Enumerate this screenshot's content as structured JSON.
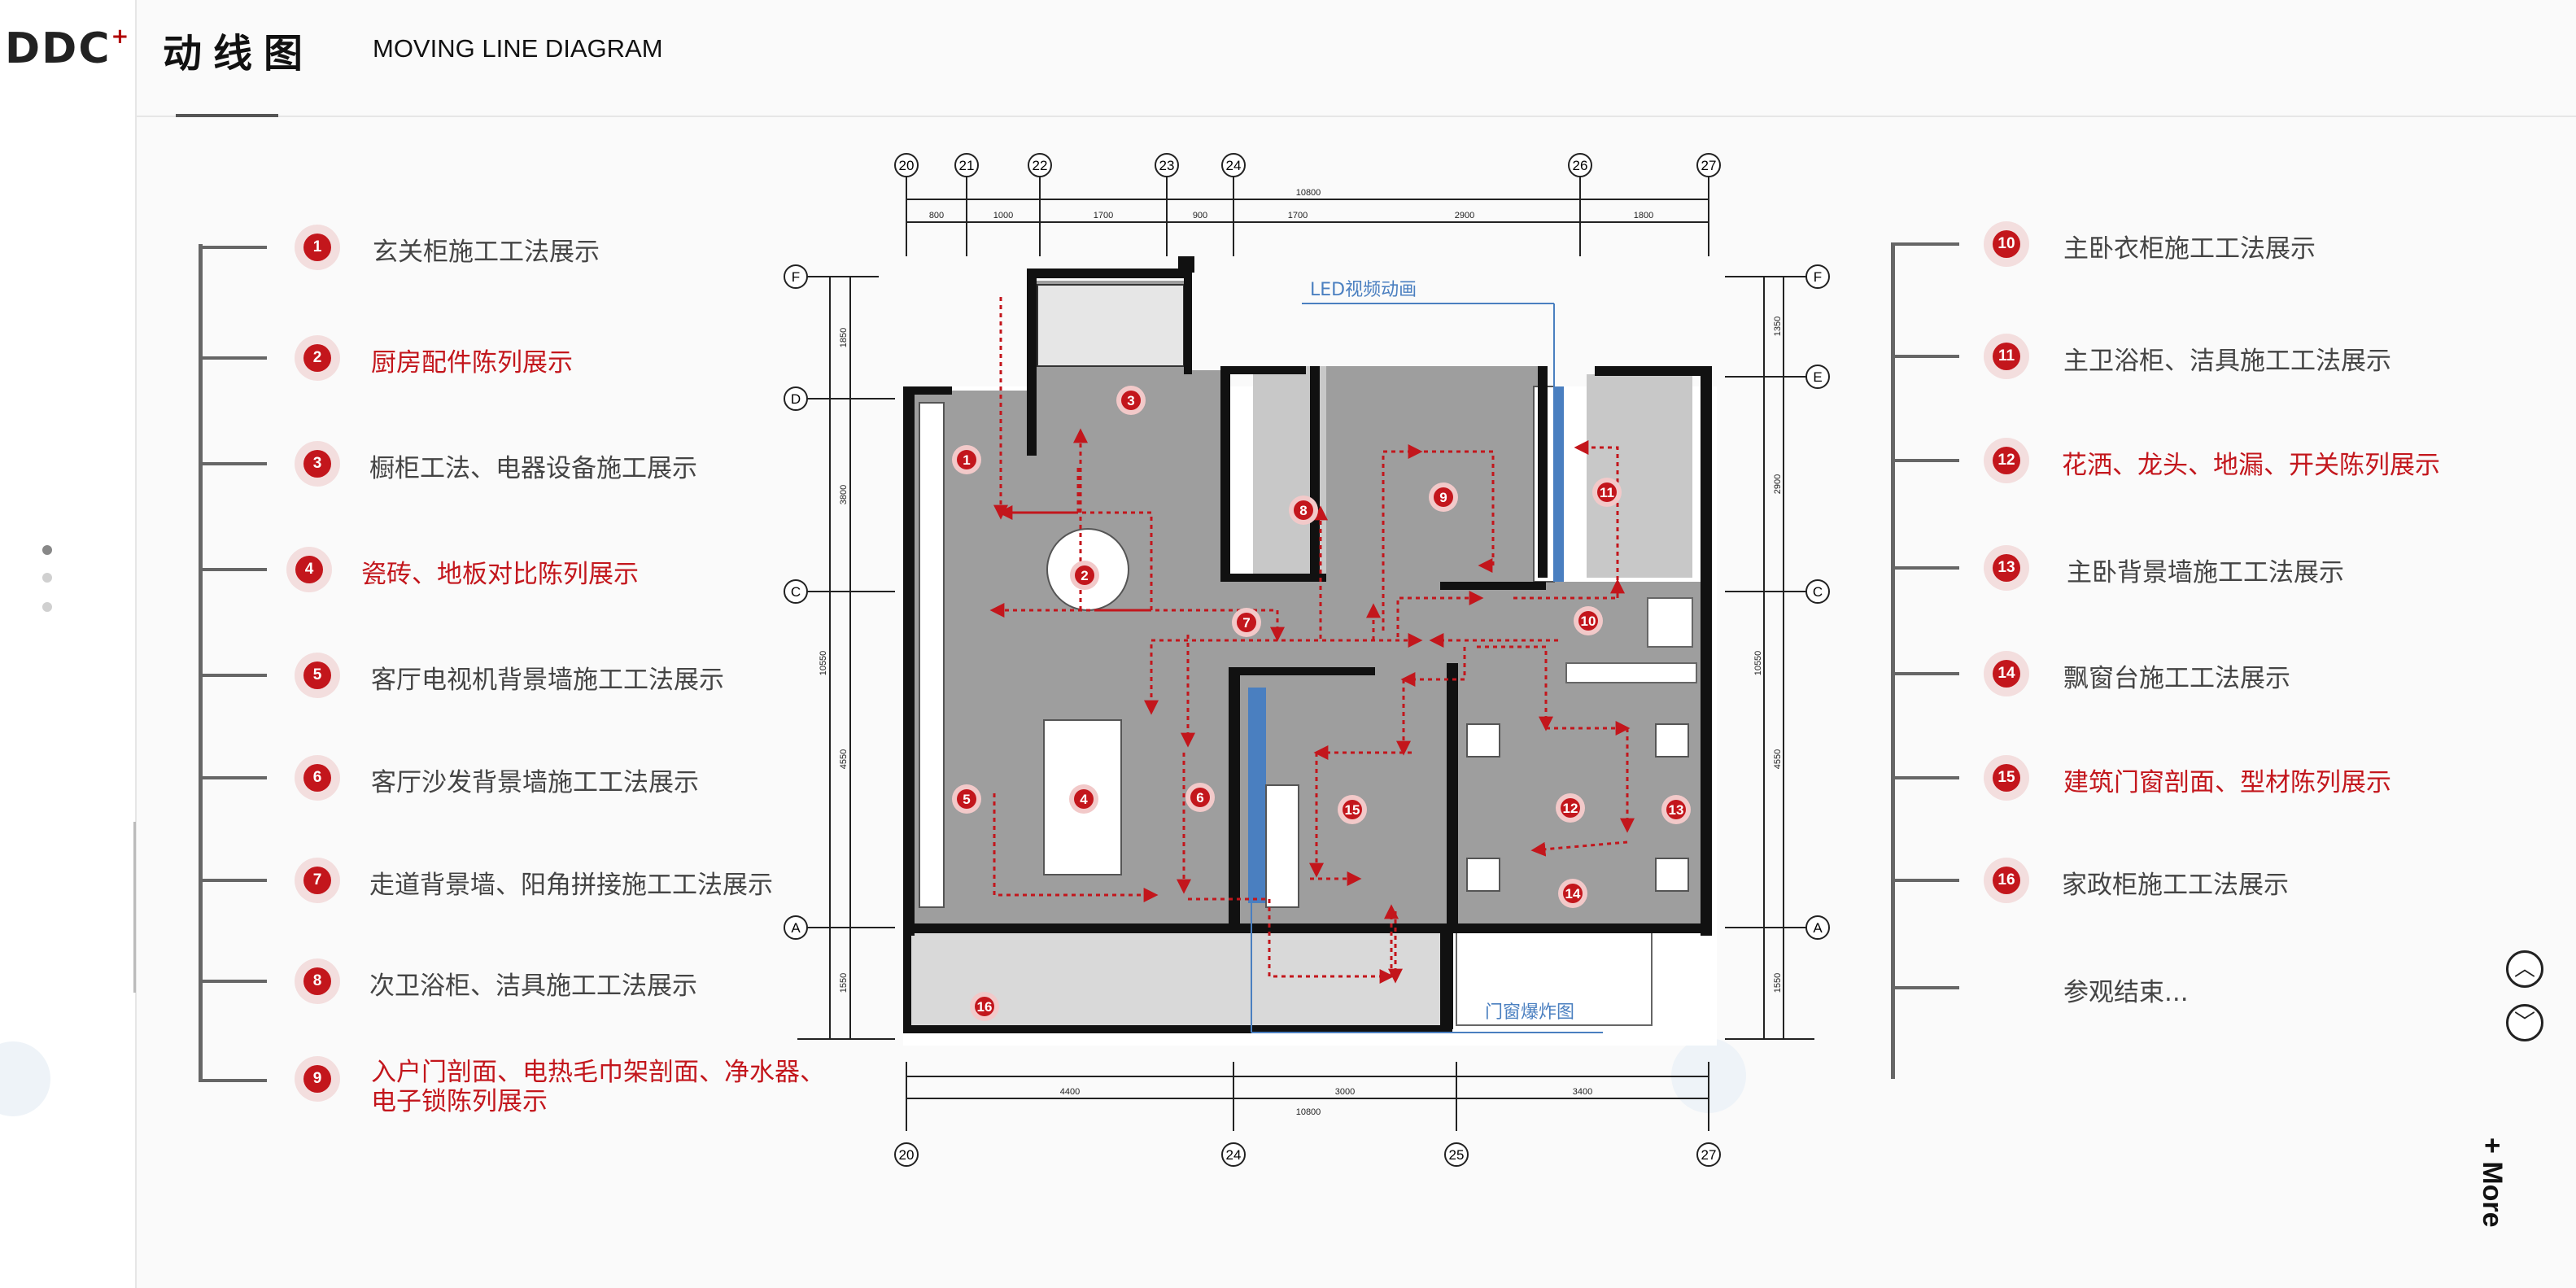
{
  "header": {
    "logo": "DDC",
    "logo_plus": "+",
    "title": "动线图",
    "subtitle": "MOVING LINE DIAGRAM"
  },
  "left_list": [
    {
      "num": "1",
      "label": "玄关柜施工工法展示",
      "highlight": false
    },
    {
      "num": "2",
      "label": "厨房配件陈列展示",
      "highlight": true
    },
    {
      "num": "3",
      "label": "橱柜工法、电器设备施工展示",
      "highlight": false
    },
    {
      "num": "4",
      "label": "瓷砖、地板对比陈列展示",
      "highlight": true
    },
    {
      "num": "5",
      "label": "客厅电视机背景墙施工工法展示",
      "highlight": false
    },
    {
      "num": "6",
      "label": "客厅沙发背景墙施工工法展示",
      "highlight": false
    },
    {
      "num": "7",
      "label": "走道背景墙、阳角拼接施工工法展示",
      "highlight": false
    },
    {
      "num": "8",
      "label": "次卫浴柜、洁具施工工法展示",
      "highlight": false
    },
    {
      "num": "9",
      "label": "入户门剖面、电热毛巾架剖面、净水器、",
      "label2": "电子锁陈列展示",
      "highlight": true
    }
  ],
  "right_list": [
    {
      "num": "10",
      "label": "主卧衣柜施工工法展示",
      "highlight": false
    },
    {
      "num": "11",
      "label": "主卫浴柜、洁具施工工法展示",
      "highlight": false
    },
    {
      "num": "12",
      "label": "花洒、龙头、地漏、开关陈列展示",
      "highlight": true
    },
    {
      "num": "13",
      "label": "主卧背景墙施工工法展示",
      "highlight": false
    },
    {
      "num": "14",
      "label": "飘窗台施工工法展示",
      "highlight": false
    },
    {
      "num": "15",
      "label": "建筑门窗剖面、型材陈列展示",
      "highlight": true
    },
    {
      "num": "16",
      "label": "家政柜施工工法展示",
      "highlight": false
    },
    {
      "num": "",
      "label": "参观结束...",
      "highlight": false
    }
  ],
  "plan": {
    "top_axes": [
      "20",
      "21",
      "22",
      "23",
      "24",
      "26",
      "27"
    ],
    "top_total": "10800",
    "top_dims": [
      "800",
      "1000",
      "1700",
      "900",
      "1700",
      "2900",
      "1800"
    ],
    "bottom_axes": [
      "20",
      "24",
      "25",
      "27"
    ],
    "bottom_dims": [
      "4400",
      "3000",
      "3400"
    ],
    "bottom_total": "10800",
    "left_axes": [
      "F",
      "D",
      "C",
      "A"
    ],
    "right_axes": [
      "F",
      "E",
      "C",
      "A"
    ],
    "left_dims": [
      "1850",
      "3800",
      "10550",
      "4550",
      "1550"
    ],
    "right_dims": [
      "1350",
      "2900",
      "10550",
      "4550",
      "1550"
    ],
    "markers": [
      "1",
      "2",
      "3",
      "4",
      "5",
      "6",
      "7",
      "8",
      "9",
      "10",
      "11",
      "12",
      "13",
      "14",
      "15",
      "16"
    ],
    "callout_led": "LED视频动画",
    "callout_window": "门窗爆炸图"
  },
  "nav": {
    "up_icon": "︿",
    "down_icon": "﹀",
    "more_plus": "+",
    "more_label": "More"
  },
  "colors": {
    "accent_red": "#c3161c",
    "text_gray": "#444444",
    "floor_gray": "#9e9e9e",
    "blue_callout": "#4a7fc0"
  }
}
